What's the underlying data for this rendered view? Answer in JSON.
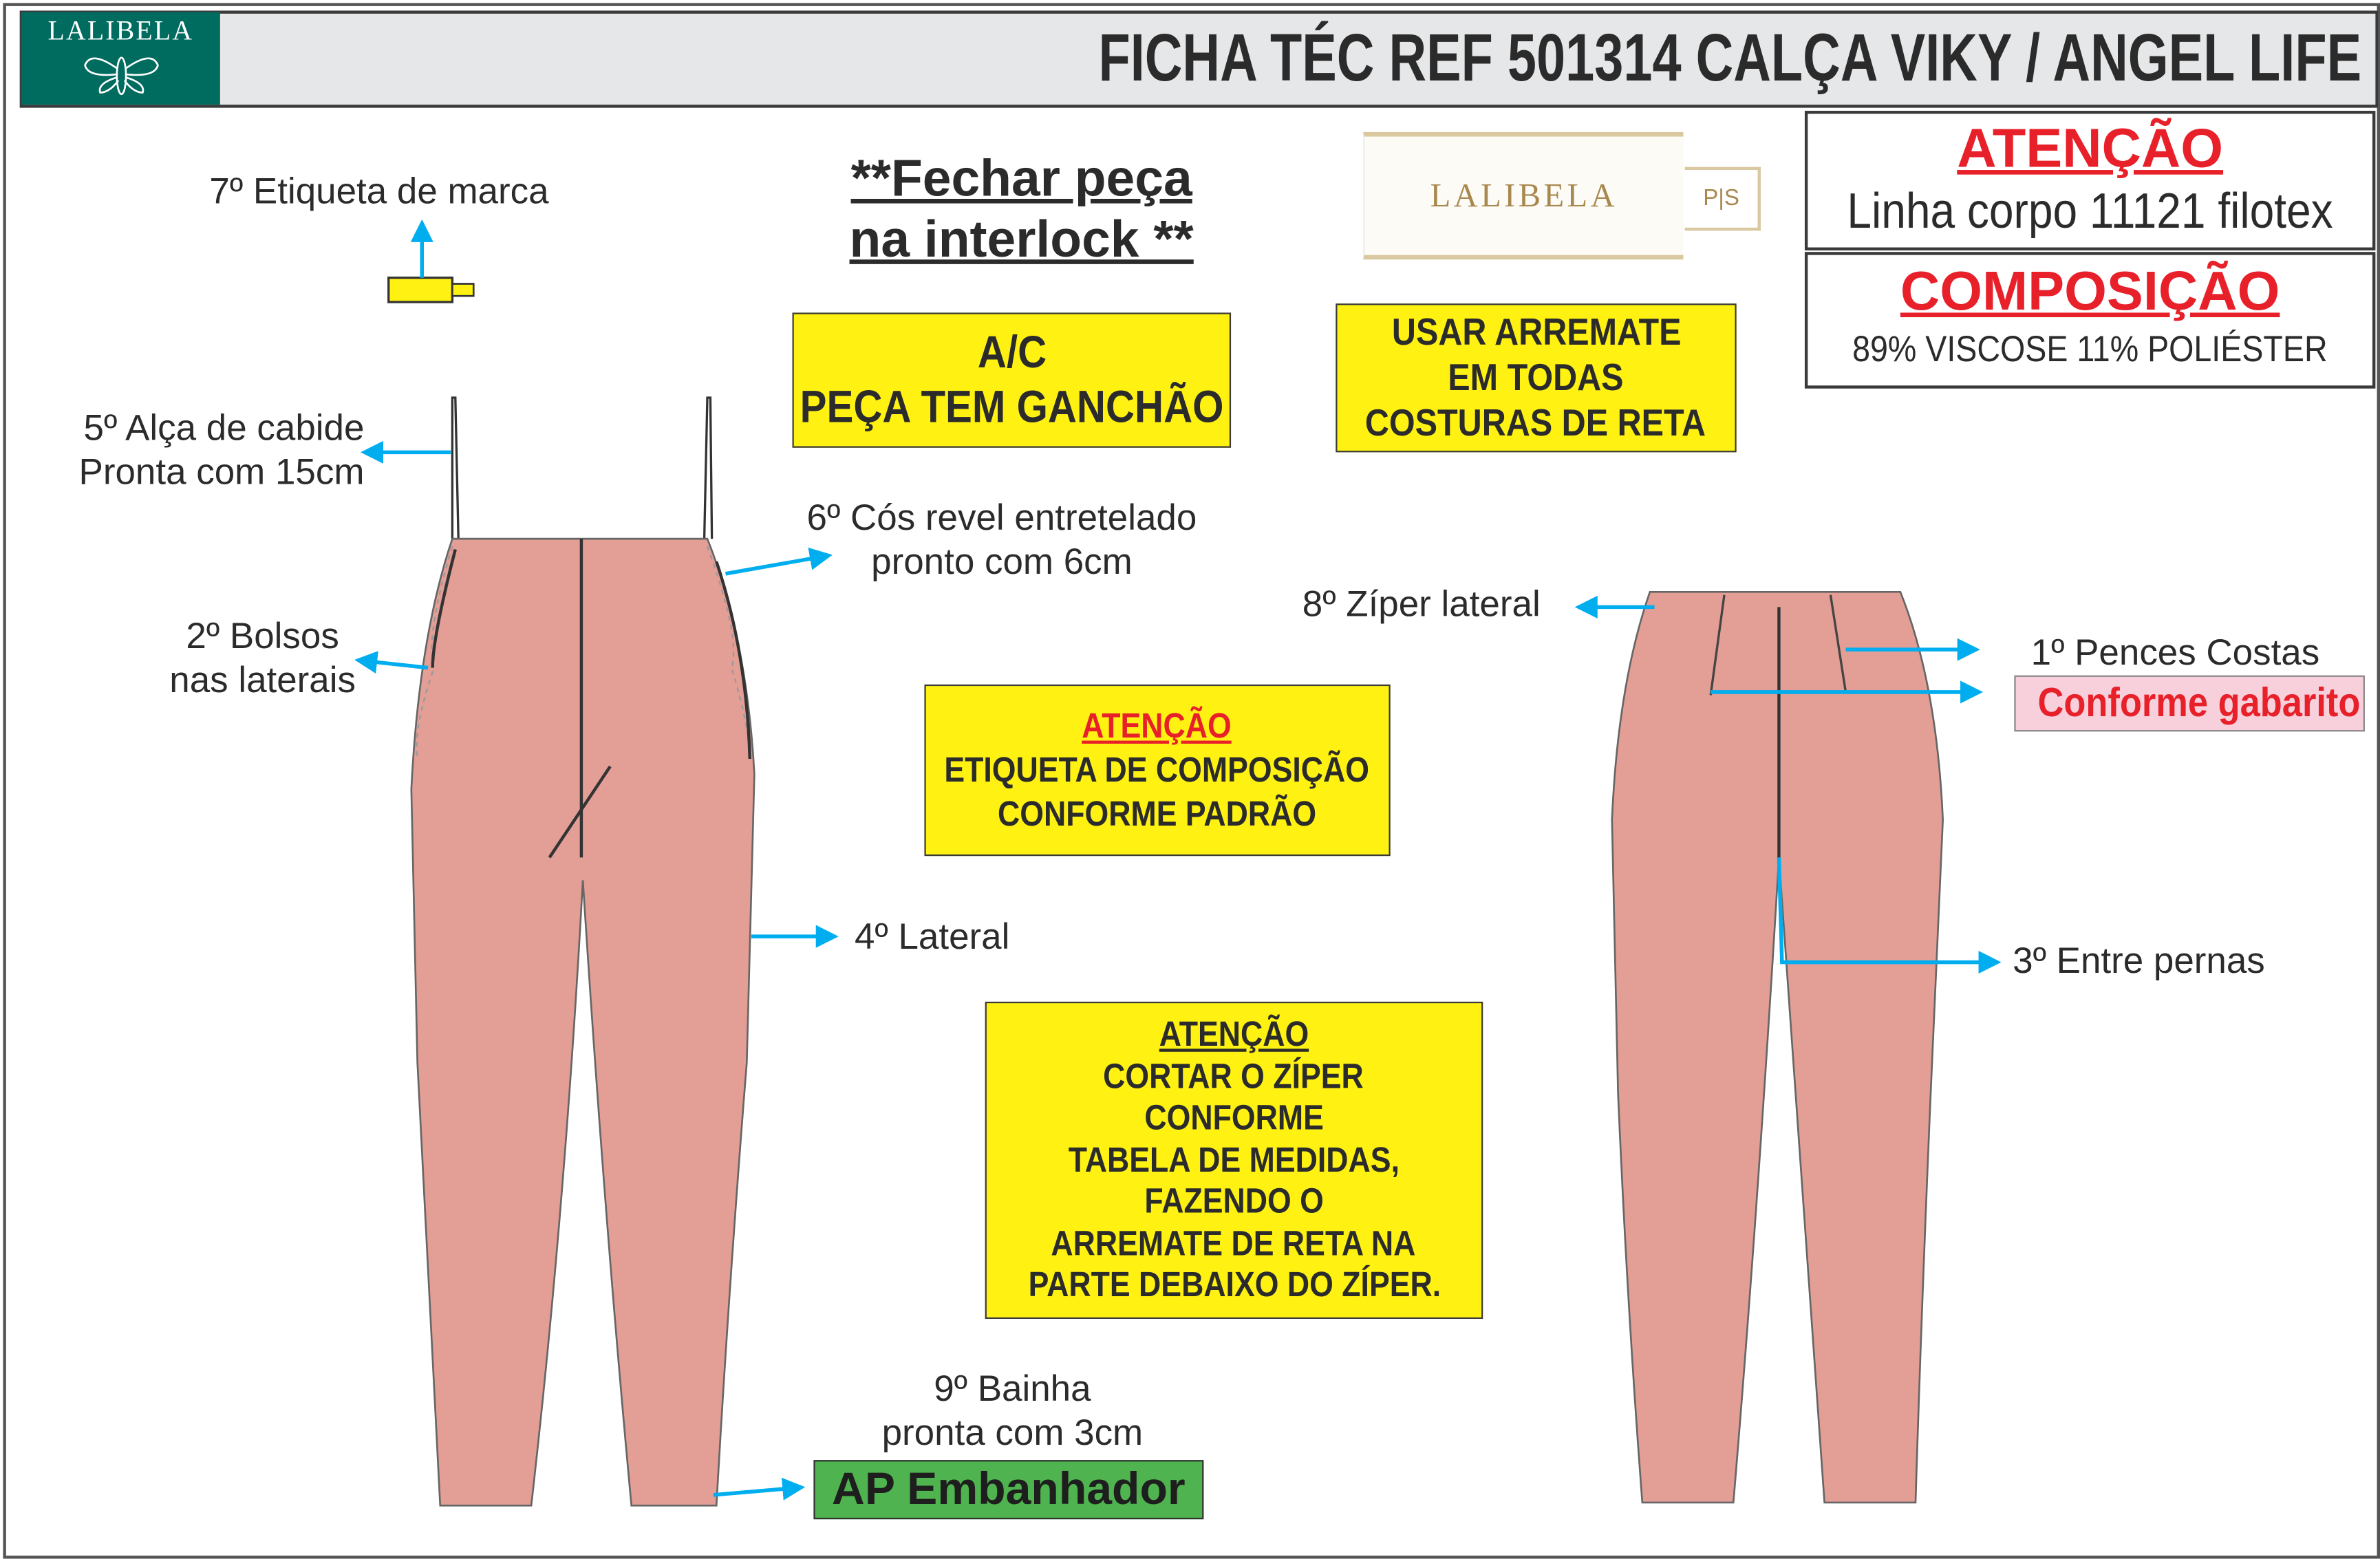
{
  "header": {
    "logo_text": "LALIBELA",
    "title": "FICHA TÉC REF 501314 CALÇA VIKY / ANGEL LIFE"
  },
  "brand_label": {
    "name": "LALIBELA",
    "size": "P|S"
  },
  "notes": {
    "close_piece": [
      "**Fechar peça",
      "na interlock **"
    ],
    "ac_box": [
      "A/C",
      "PEÇA TEM GANCHÃO"
    ],
    "arremate_box": [
      "USAR ARREMATE",
      "EM TODAS",
      "COSTURAS DE RETA"
    ],
    "etiqueta_box": {
      "heading": "ATENÇÃO",
      "lines": [
        "ETIQUETA DE COMPOSIÇÃO",
        "CONFORME PADRÃO"
      ]
    },
    "ziper_box": {
      "heading": "ATENÇÃO",
      "lines": [
        "CORTAR O ZÍPER",
        "CONFORME",
        "TABELA DE MEDIDAS,",
        "FAZENDO O",
        "ARREMATE DE RETA NA",
        "PARTE DEBAIXO DO ZÍPER."
      ]
    }
  },
  "info": {
    "attention_title": "ATENÇÃO",
    "thread": "Linha corpo 11121 filotex",
    "composition_title": "COMPOSIÇÃO",
    "composition": "89% VISCOSE 11% POLIÉSTER"
  },
  "steps": {
    "s7": "7º Etiqueta de marca",
    "s5": [
      "5º Alça de cabide",
      "Pronta com 15cm"
    ],
    "s2": [
      "2º Bolsos",
      "nas laterais"
    ],
    "s6": [
      "6º Cós revel entretelado",
      "pronto com 6cm"
    ],
    "s4": "4º Lateral",
    "s9": [
      "9º Bainha",
      "pronta com 3cm"
    ],
    "s9_machine": "AP Embanhador",
    "s8": "8º Zíper lateral",
    "s1": "1º Pences Costas",
    "s1_note": "Conforme gabarito",
    "s3": "3º Entre pernas"
  },
  "colors": {
    "arrow": "#00aeef",
    "fabric": "#e39e96",
    "yellow": "#fff212",
    "red": "#e8202a",
    "teal": "#006b5f",
    "green": "#4fb34f",
    "pink": "#f7d0dc"
  }
}
